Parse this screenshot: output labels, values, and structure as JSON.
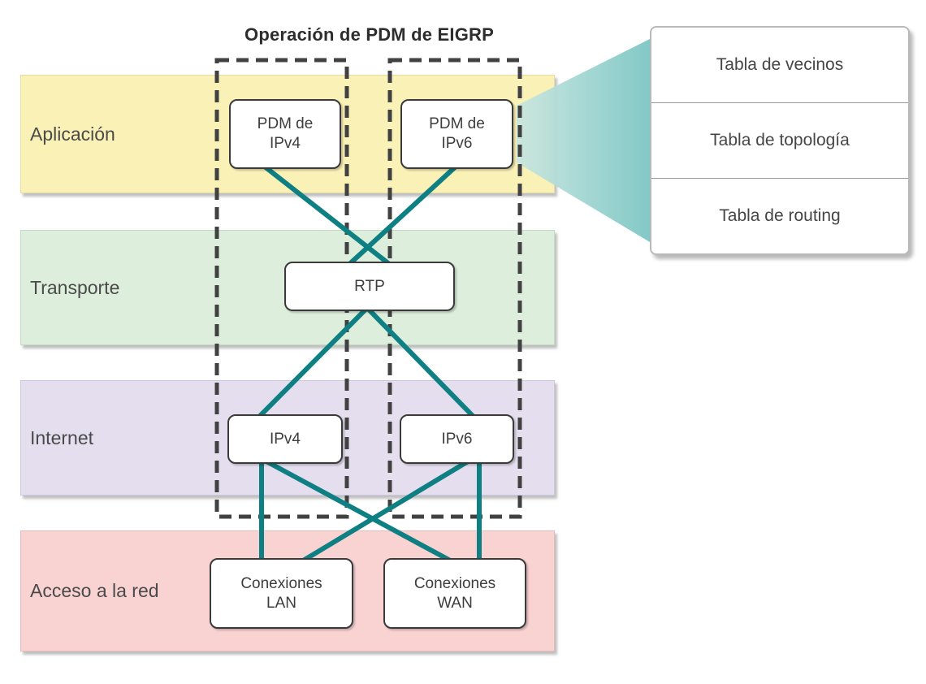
{
  "title": "Operación de PDM de EIGRP",
  "layers": [
    {
      "label": "Aplicación",
      "color": "#FAF1B6"
    },
    {
      "label": "Transporte",
      "color": "#DDEEDC"
    },
    {
      "label": "Internet",
      "color": "#E4DEEE"
    },
    {
      "label": "Acceso a la red",
      "color": "#F9D2D2"
    }
  ],
  "nodes": [
    {
      "name": "pdm-ipv4",
      "lines": [
        "PDM de",
        "IPv4"
      ]
    },
    {
      "name": "pdm-ipv6",
      "lines": [
        "PDM de",
        "IPv6"
      ]
    },
    {
      "name": "rtp",
      "lines": [
        "RTP"
      ]
    },
    {
      "name": "ipv4",
      "lines": [
        "IPv4"
      ]
    },
    {
      "name": "ipv6",
      "lines": [
        "IPv6"
      ]
    },
    {
      "name": "conexiones-lan",
      "lines": [
        "Conexiones",
        "LAN"
      ]
    },
    {
      "name": "conexiones-wan",
      "lines": [
        "Conexiones",
        "WAN"
      ]
    }
  ],
  "callout": {
    "rows": [
      "Tabla de vecinos",
      "Tabla de topología",
      "Tabla de routing"
    ]
  },
  "colors": {
    "connection_line": "#0E7F82",
    "dashed_border": "#414141",
    "funnel_start": "#C9E6E0",
    "funnel_end": "#7CC6C4"
  }
}
